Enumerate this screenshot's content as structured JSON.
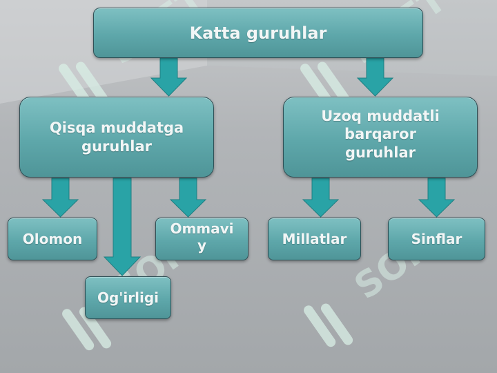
{
  "diagram": {
    "root": {
      "label": "Katta guruhlar"
    },
    "short_term": {
      "label": "Qisqa muddatga guruhlar"
    },
    "long_term": {
      "label": "Uzoq muddatli barqaror guruhlar"
    },
    "crowd": {
      "label": "Olomon"
    },
    "mass": {
      "label": "Ommaviy"
    },
    "theft": {
      "label": "Og'irligi"
    },
    "nations": {
      "label": "Millatlar"
    },
    "classes": {
      "label": "Sinflar"
    }
  },
  "watermark": {
    "text": "SOFT"
  },
  "colors": {
    "node_fill": "#5ea7aa",
    "arrow": "#29a3a6",
    "background": "#a9acb0",
    "watermark": "#d8ece4"
  }
}
